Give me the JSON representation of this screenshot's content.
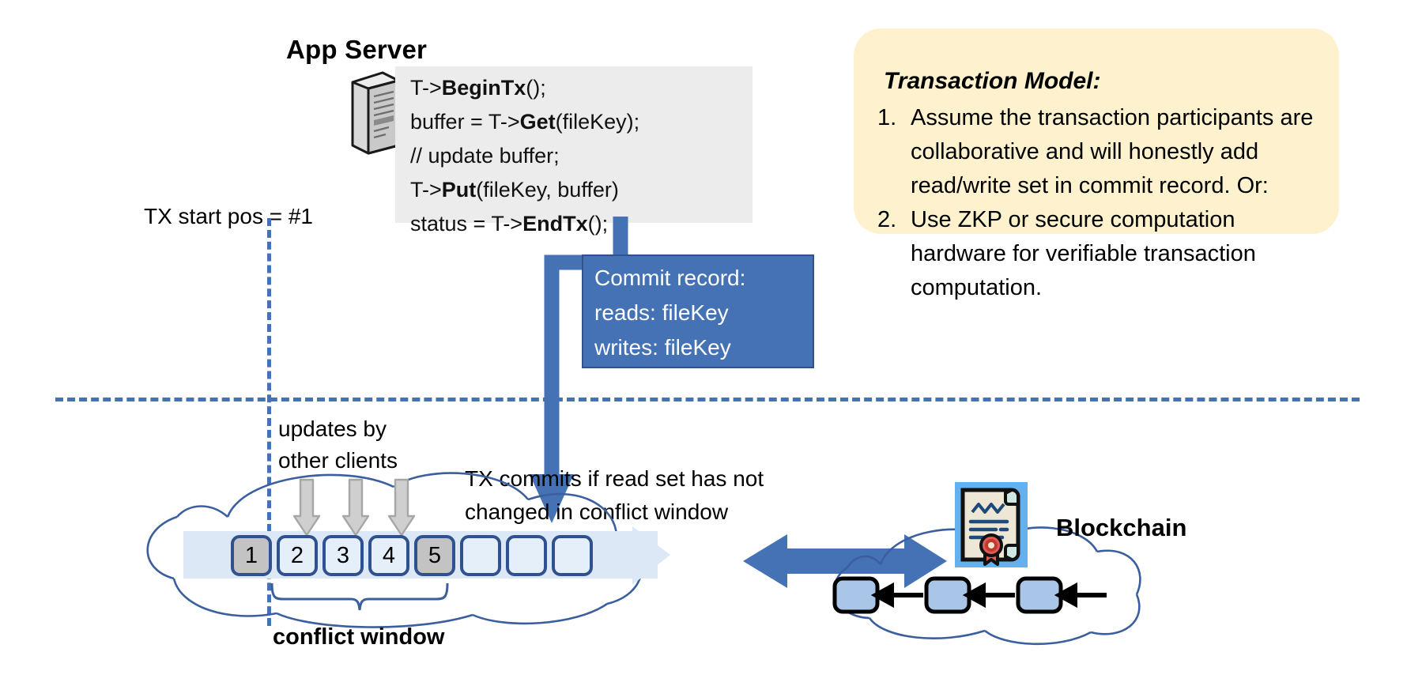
{
  "app_server": {
    "title": "App Server",
    "icon": "server-tower-icon",
    "code_lines": [
      {
        "pre": "T->",
        "bold": "BeginTx",
        "post": "();"
      },
      {
        "pre": "buffer = T->",
        "bold": "Get",
        "post": "(fileKey);"
      },
      {
        "pre": "// update buffer;",
        "bold": "",
        "post": ""
      },
      {
        "pre": "T->",
        "bold": "Put",
        "post": "(fileKey, buffer)"
      },
      {
        "pre": "status = T->",
        "bold": "EndTx",
        "post": "();"
      }
    ]
  },
  "tx_start": {
    "label": "TX start pos = #1"
  },
  "commit_record": {
    "lines": [
      "Commit record:",
      "reads: fileKey",
      "writes: fileKey"
    ],
    "fill_color": "#4472b4",
    "text_color": "#ffffff"
  },
  "transaction_model": {
    "title": "Transaction Model:",
    "fill_color": "#fdf2cd",
    "items": [
      {
        "number": "1.",
        "text": "Assume the transaction participants are collaborative and will honestly add read/write set in commit record.  Or:"
      },
      {
        "number": "2.",
        "text": "Use ZKP or secure computation hardware for verifiable transaction computation."
      }
    ]
  },
  "ledger": {
    "updates_label": [
      "updates by",
      "other clients"
    ],
    "commit_note": [
      "TX commits if read set has not",
      "changed in conflict window"
    ],
    "conflict_window_label": "conflict window",
    "blocks": [
      {
        "label": "1",
        "state": "gray"
      },
      {
        "label": "2",
        "state": "blue"
      },
      {
        "label": "3",
        "state": "blue"
      },
      {
        "label": "4",
        "state": "blue"
      },
      {
        "label": "5",
        "state": "gray"
      },
      {
        "label": "",
        "state": "blue"
      },
      {
        "label": "",
        "state": "blue"
      },
      {
        "label": "",
        "state": "blue"
      }
    ],
    "update_arrow_count": 3,
    "commit_arrow_target_block": "5"
  },
  "blockchain": {
    "label": "Blockchain",
    "icon": "certificate-seal-icon",
    "chain_block_count": 3,
    "link_arrow_direction": "left"
  },
  "colors": {
    "accent_blue": "#4472b4",
    "dark_blue": "#2f528f",
    "code_bg": "#ececec",
    "callout_bg": "#fdf2cd",
    "block_gray": "#c3c3c3",
    "block_blue": "#e4eff9",
    "strip_blue": "#dce8f6",
    "cloud_stroke": "#4472b4",
    "seal_red": "#d94f4f"
  }
}
